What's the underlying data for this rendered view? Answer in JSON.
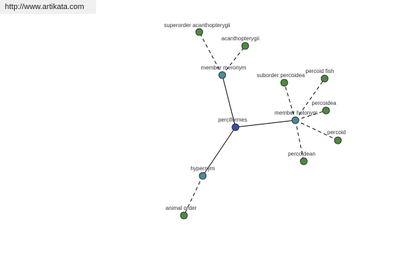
{
  "watermark": {
    "text": "http://www.artikata.com"
  },
  "graph": {
    "colors": {
      "root": "#3b4ea8",
      "relation": "#4a8a96",
      "leaf": "#4e8a3e",
      "stroke": "#222222",
      "edge": "#000000"
    },
    "nodes": [
      {
        "id": "root",
        "label": "perciformes",
        "kind": "root"
      },
      {
        "id": "member-meronym",
        "label": "member meronym",
        "kind": "relation"
      },
      {
        "id": "member-holonym",
        "label": "member holonym",
        "kind": "relation"
      },
      {
        "id": "hypernym",
        "label": "hypernym",
        "kind": "relation"
      },
      {
        "id": "superorder-acanthopterygii",
        "label": "superorder acanthopterygii",
        "kind": "leaf"
      },
      {
        "id": "acanthopterygii",
        "label": "acanthopterygii",
        "kind": "leaf"
      },
      {
        "id": "suborder-percoidea",
        "label": "suborder percoidea",
        "kind": "leaf"
      },
      {
        "id": "percoid-fish",
        "label": "percoid fish",
        "kind": "leaf"
      },
      {
        "id": "percoidea",
        "label": "percoidea",
        "kind": "leaf"
      },
      {
        "id": "percoid",
        "label": "percoid",
        "kind": "leaf"
      },
      {
        "id": "percoidean",
        "label": "percoidean",
        "kind": "leaf"
      },
      {
        "id": "animal-order",
        "label": "animal order",
        "kind": "leaf"
      }
    ],
    "edges": [
      {
        "from": "root",
        "to": "member-meronym",
        "style": "solid"
      },
      {
        "from": "root",
        "to": "member-holonym",
        "style": "solid"
      },
      {
        "from": "root",
        "to": "hypernym",
        "style": "solid"
      },
      {
        "from": "member-meronym",
        "to": "superorder-acanthopterygii",
        "style": "dashed"
      },
      {
        "from": "member-meronym",
        "to": "acanthopterygii",
        "style": "dashed"
      },
      {
        "from": "member-holonym",
        "to": "suborder-percoidea",
        "style": "dashed"
      },
      {
        "from": "member-holonym",
        "to": "percoid-fish",
        "style": "dashed"
      },
      {
        "from": "member-holonym",
        "to": "percoidea",
        "style": "dashed"
      },
      {
        "from": "member-holonym",
        "to": "percoid",
        "style": "dashed"
      },
      {
        "from": "member-holonym",
        "to": "percoidean",
        "style": "dashed"
      },
      {
        "from": "hypernym",
        "to": "animal-order",
        "style": "dashed"
      }
    ]
  }
}
